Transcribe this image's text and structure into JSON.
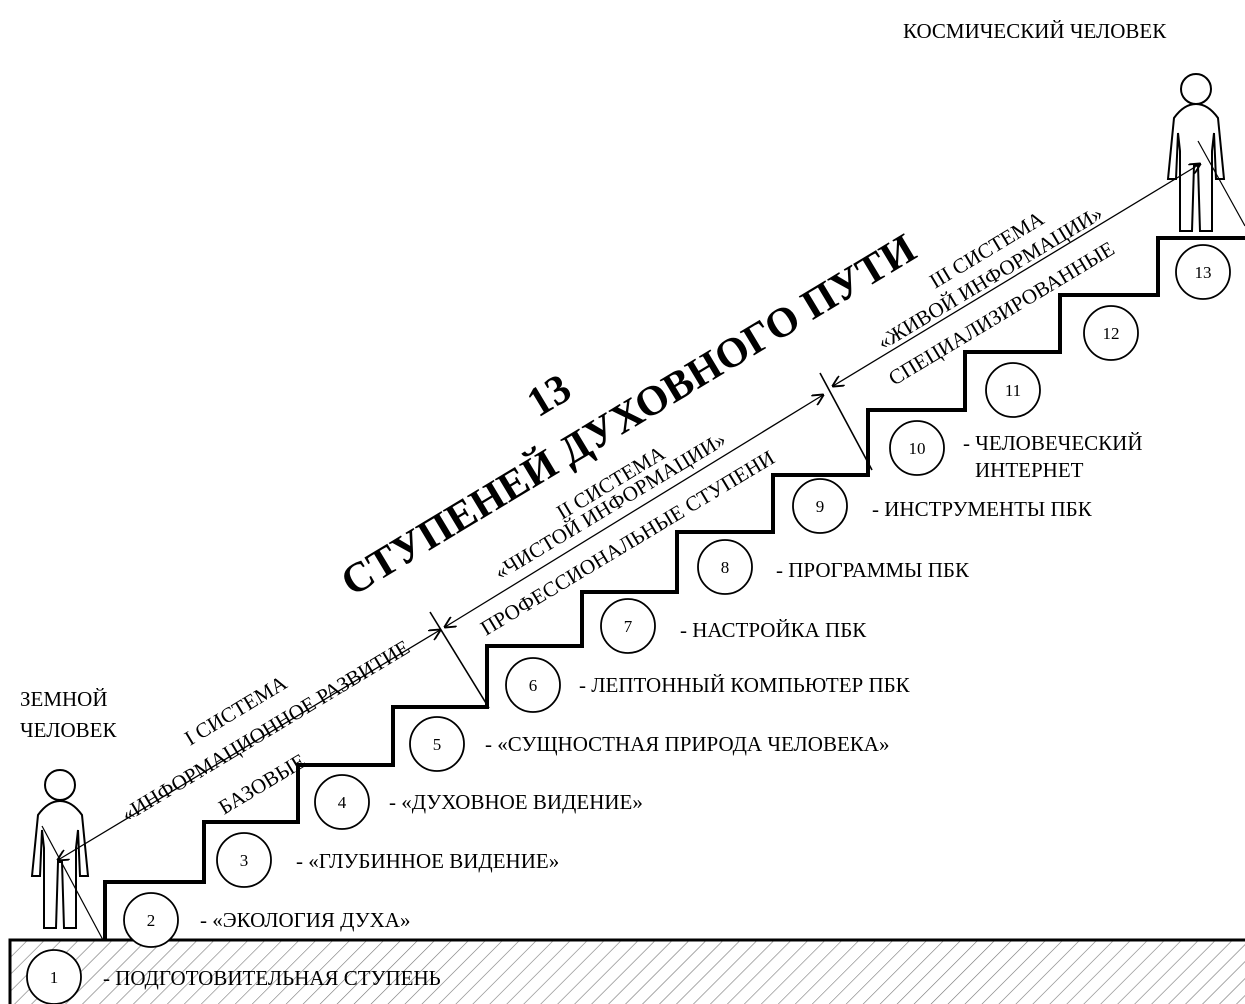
{
  "title": {
    "number": "13",
    "text": "СТУПЕНЕЙ ДУХОВНОГО ПУТИ"
  },
  "figures": {
    "earth": {
      "line1": "ЗЕМНОЙ",
      "line2": "ЧЕЛОВЕК"
    },
    "cosmic": {
      "label": "КОСМИЧЕСКИЙ ЧЕЛОВЕК"
    }
  },
  "systems": [
    {
      "name": "I СИСТЕМА",
      "subtitle": "«ИНФОРМАЦИОННОЕ РАЗВИТИЕ",
      "category": "БАЗОВЫЕ"
    },
    {
      "name": "II СИСТЕМА",
      "subtitle": "«ЧИСТОЙ ИНФОРМАЦИИ»",
      "category": "ПРОФЕССИОНАЛЬНЫЕ СТУПЕНИ"
    },
    {
      "name": "III СИСТЕМА",
      "subtitle": "«ЖИВОЙ ИНФОРМАЦИИ»",
      "category": "СПЕЦИАЛИЗИРОВАННЫЕ"
    }
  ],
  "steps": [
    {
      "n": "1",
      "label": "- ПОДГОТОВИТЕЛЬНАЯ СТУПЕНЬ"
    },
    {
      "n": "2",
      "label": "- «ЭКОЛОГИЯ ДУХА»"
    },
    {
      "n": "3",
      "label": "- «ГЛУБИННОЕ ВИДЕНИЕ»"
    },
    {
      "n": "4",
      "label": "- «ДУХОВНОЕ ВИДЕНИЕ»"
    },
    {
      "n": "5",
      "label": "- «СУЩНОСТНАЯ ПРИРОДА ЧЕЛОВЕКА»"
    },
    {
      "n": "6",
      "label": "- ЛЕПТОННЫЙ КОМПЬЮТЕР ПБК"
    },
    {
      "n": "7",
      "label": "- НАСТРОЙКА ПБК"
    },
    {
      "n": "8",
      "label": "- ПРОГРАММЫ ПБК"
    },
    {
      "n": "9",
      "label": "- ИНСТРУМЕНТЫ ПБК"
    },
    {
      "n": "10",
      "label": "- ЧЕЛОВЕЧЕСКИЙ",
      "label2": "ИНТЕРНЕТ"
    },
    {
      "n": "11",
      "label": ""
    },
    {
      "n": "12",
      "label": ""
    },
    {
      "n": "13",
      "label": ""
    }
  ]
}
